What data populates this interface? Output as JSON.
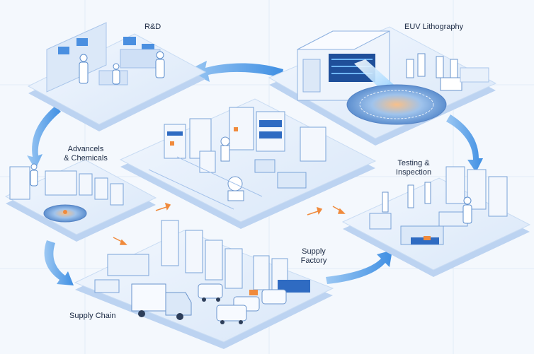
{
  "labels": {
    "rd": "R&D",
    "euv": "EUV Lithography",
    "advancels_line1": "Advancels",
    "advancels_line2": "& Chemicals",
    "testing_line1": "Testing &",
    "testing_line2": "Inspection",
    "supply_factory_line1": "Supply",
    "supply_factory_line2": "Factory",
    "supply_chain": "Supply Chain"
  },
  "colors": {
    "background": "#f4f8fd",
    "platform_top": "#e3eefb",
    "platform_side": "#bcd3f1",
    "accent_blue": "#3a8ee6",
    "arrow_blue": "#5aa6ee",
    "highlight_orange": "#f08a3c",
    "beam": "#8fd0ff"
  },
  "icons": [
    "cycle-arrow-icon",
    "laser-beam-icon",
    "wafer-icon",
    "robot-arm-icon",
    "truck-icon",
    "van-icon",
    "server-rack-icon",
    "technician-icon"
  ]
}
